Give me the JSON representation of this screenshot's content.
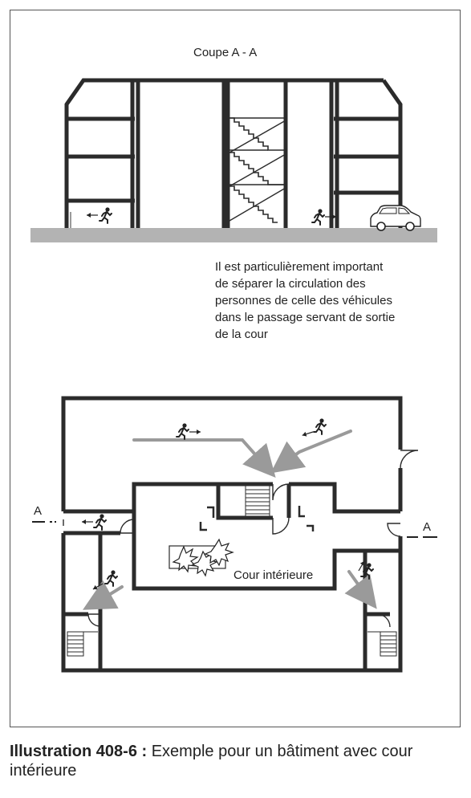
{
  "section": {
    "title": "Coupe A - A"
  },
  "note": "Il est particulièrement  important\nde séparer la circulation des\npersonnes de celle des véhicules\ndans le passage  servant de sortie\nde la cour",
  "plan": {
    "court_label": "Cour intérieure",
    "cut_left": "A",
    "cut_right": "A"
  },
  "caption": {
    "label": "Illustration 408-6 :",
    "text": " Exemple pour un bâtiment avec cour intérieure"
  },
  "colors": {
    "wall": "#2b2b2b",
    "ground": "#b3b3b3",
    "arrow": "#9a9a9a"
  },
  "icons": [
    "running-person-icon",
    "car-icon",
    "plant-icon",
    "staircase-icon"
  ]
}
